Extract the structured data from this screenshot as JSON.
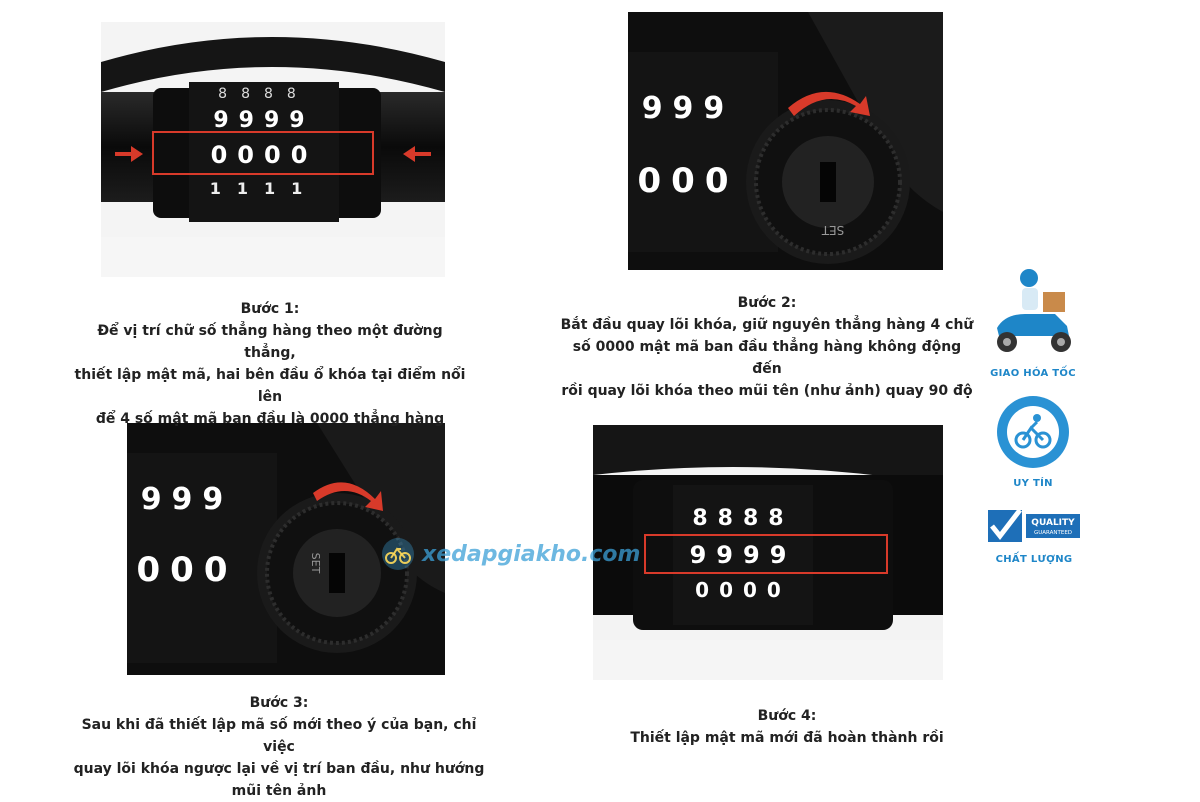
{
  "steps": [
    {
      "title": "Bước 1:",
      "lines": [
        "Để vị trí chữ số thẳng hàng theo một đường thẳng,",
        "thiết lập mật mã, hai bên đầu ổ khóa tại điểm nổi lên",
        "để 4 số mật mã ban đầu là 0000 thẳng hàng"
      ],
      "dial_rows": [
        "8888",
        "9999",
        "0000",
        "1111"
      ]
    },
    {
      "title": "Bước 2:",
      "lines": [
        "Bắt đầu quay lõi khóa, giữ nguyên thẳng hàng 4 chữ",
        "số 0000 mật mã ban đầu thẳng hàng không động đến",
        "rồi quay lõi khóa theo mũi tên (như ảnh) quay 90 độ"
      ],
      "dial_rows": [
        "999",
        "000"
      ],
      "engraving": "SET"
    },
    {
      "title": "Bước 3:",
      "lines": [
        "Sau khi đã thiết lập mã số mới theo ý của bạn, chỉ việc",
        "quay lõi khóa ngược lại về vị trí ban đầu, như hướng",
        "mũi tên ảnh"
      ],
      "dial_rows": [
        "999",
        "000"
      ],
      "engraving": "SET"
    },
    {
      "title": "Bước 4:",
      "lines": [
        "Thiết lập mật mã mới đã hoàn thành rồi"
      ],
      "dial_rows": [
        "8888",
        "9999",
        "0000"
      ]
    }
  ],
  "watermark": "xedapgiakho.com",
  "badges": [
    {
      "label": "GIAO HÓA TỐC",
      "icon": "delivery-scooter-icon"
    },
    {
      "label": "UY TÍN",
      "icon": "cyclist-seal-icon"
    },
    {
      "label": "CHẤT LƯỢNG",
      "icon": "quality-guaranteed-icon",
      "stamp_text": "QUALITY",
      "stamp_sub": "GUARANTEED"
    }
  ],
  "colors": {
    "accent_red": "#d83a2a",
    "badge_blue": "#1e86c8",
    "text": "#222222"
  }
}
